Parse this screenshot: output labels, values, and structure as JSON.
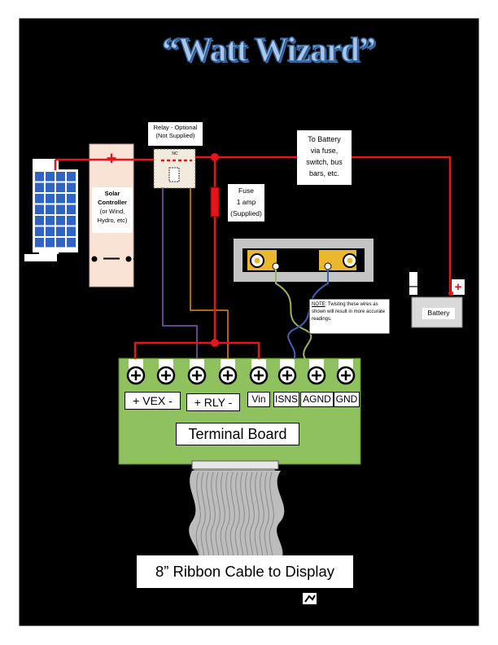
{
  "title": "“Watt Wizard”",
  "relay": {
    "line1": "Relay - Optional",
    "line2": "(Not Supplied)",
    "nc": "NC"
  },
  "solar_controller": {
    "line1": "Solar",
    "line2": "Controller",
    "line3": "(or Wind,",
    "line4": "Hydro, etc)",
    "plus": "+",
    "minus": "—"
  },
  "battery_note": {
    "line1": "To Battery",
    "line2": "via  fuse,",
    "line3": "switch, bus",
    "line4": "bars, etc."
  },
  "fuse": {
    "line1": "Fuse",
    "line2": "1 amp",
    "line3": "(Supplied)"
  },
  "twist_note": {
    "prefix": "NOTE",
    "text": ": Twisting these wires as shown will result in more accurate readings."
  },
  "battery": {
    "label": "Battery",
    "minus": "—",
    "plus": "+"
  },
  "terminal": {
    "labels": {
      "vex": "+ VEX -",
      "rly": "+ RLY -",
      "vin": "Vin",
      "isns": "ISNS",
      "agnd": "AGND",
      "gnd": "GND"
    },
    "board_label": "Terminal Board"
  },
  "ribbon_label": "8” Ribbon Cable to Display",
  "colors": {
    "background": "#000000",
    "wire_red": "#e8141b",
    "board_green": "#8fc25e",
    "controller": "#f9e3d4",
    "wire_purple": "#8a5bb8",
    "wire_orange": "#e4892c",
    "wire_blue": "#3d64b0",
    "wire_green": "#9bb45a"
  }
}
